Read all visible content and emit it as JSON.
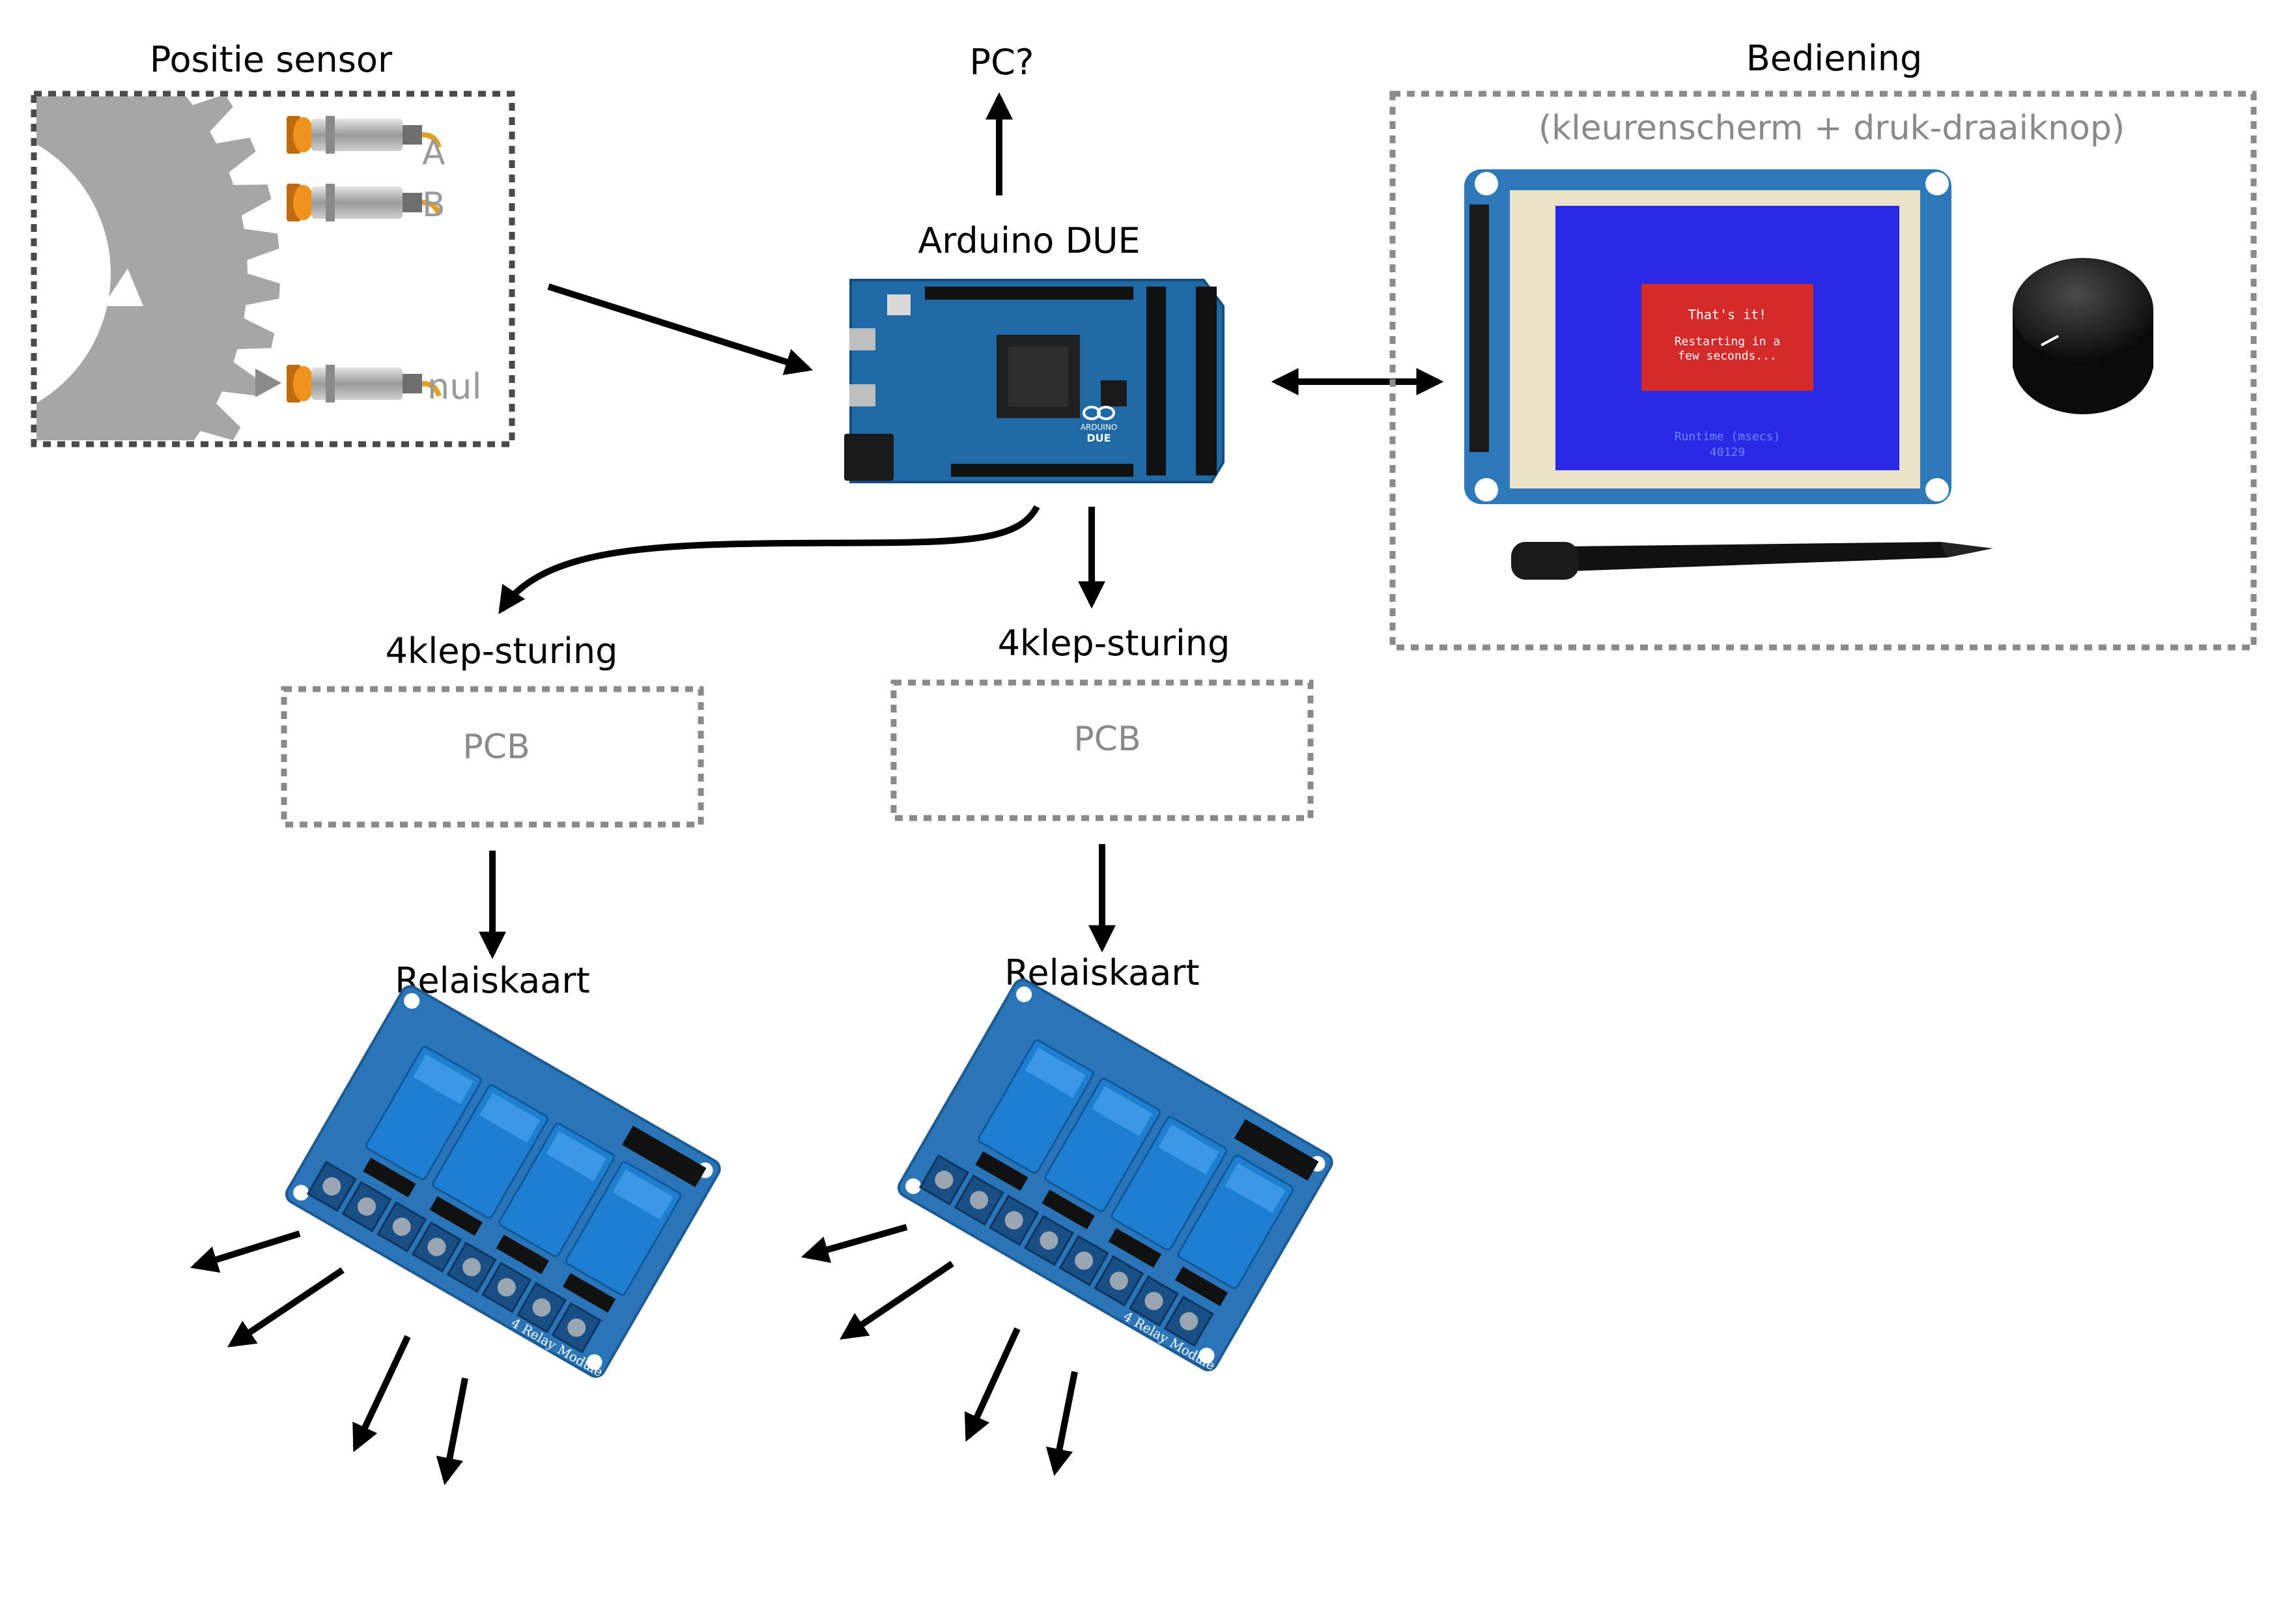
{
  "labels": {
    "positie_sensor": "Positie sensor",
    "sensor_a": "A",
    "sensor_b": "B",
    "sensor_nul": "nul",
    "pc": "PC?",
    "arduino": "Arduino DUE",
    "bediening": "Bediening",
    "bediening_sub": "(kleurenscherm + druk-draaiknop)",
    "klep_left": "4klep-sturing",
    "klep_right": "4klep-sturing",
    "pcb_left": "PCB",
    "pcb_right": "PCB",
    "relais_left": "Relaiskaart",
    "relais_right": "Relaiskaart"
  },
  "arduino_board": {
    "logo": "ARDUINO",
    "model": "DUE"
  },
  "screen": {
    "line1": "That's it!",
    "line2": "Restarting in a",
    "line3": "few seconds...",
    "footer1": "Runtime  (msecs)",
    "footer2": "40129"
  },
  "relay_module_text": "4 Relay Module",
  "colors": {
    "arrow": "#000000",
    "dashed_border": "#4a4a4a",
    "dashed_border_light": "#8a8a8a",
    "gear": "#a6a6a6",
    "sensor_body": "#b8b8b8",
    "sensor_cap": "#e08a1e",
    "pcb_blue": "#1f6aa5",
    "screen_blue": "#2a2ae6",
    "screen_red": "#d42a2a",
    "relay_blue": "#1e7fd0",
    "relay_board": "#2a74b8"
  }
}
